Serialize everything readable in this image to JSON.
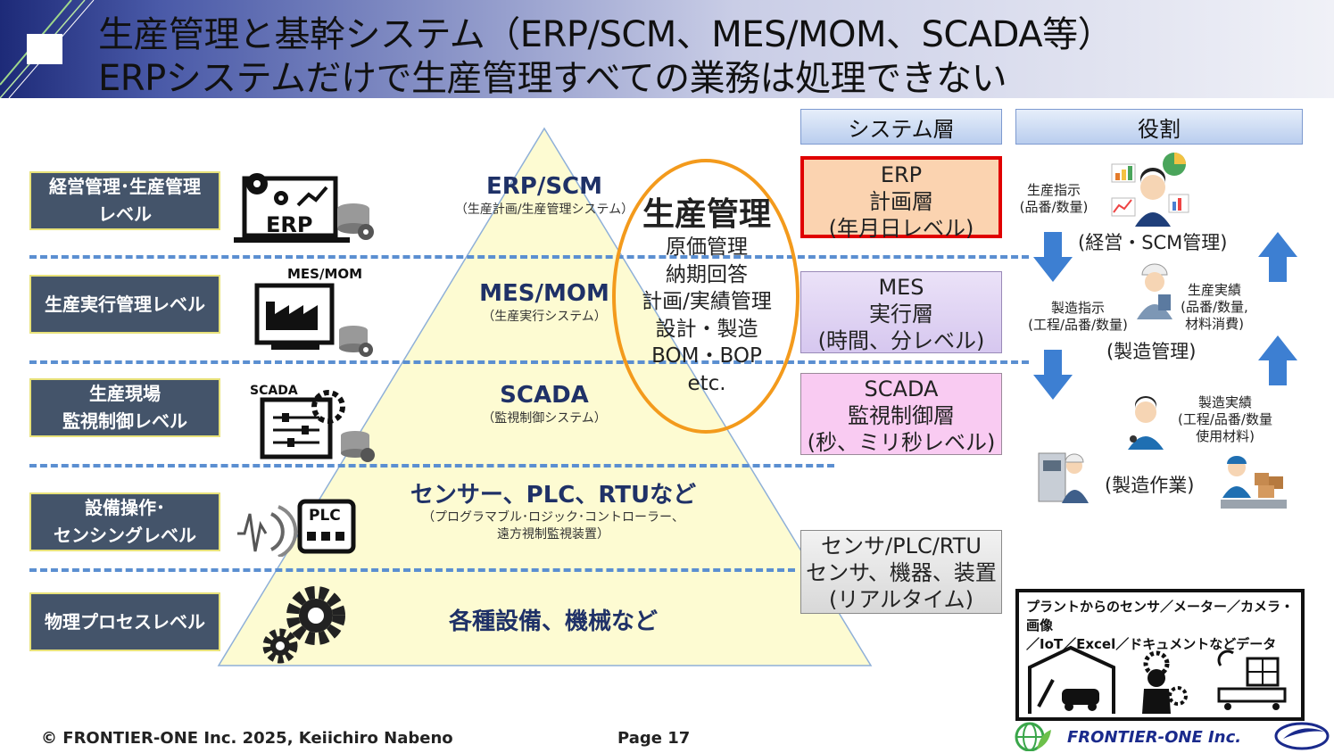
{
  "header": {
    "title_line1": "生産管理と基幹システム（ERP/SCM、MES/MOM、SCADA等）",
    "title_line2": "ERPシステムだけで生産管理すべての業務は処理できない"
  },
  "levels": [
    {
      "label": "経営管理･生産管理\nレベル"
    },
    {
      "label": "生産実行管理レベル"
    },
    {
      "label": "生産現場\n監視制御レベル"
    },
    {
      "label": "設備操作･\nセンシングレベル"
    },
    {
      "label": "物理プロセスレベル"
    }
  ],
  "icons": {
    "erp_label": "ERP",
    "mes_label": "MES/MOM",
    "scada_label": "SCADA",
    "plc_label": "PLC"
  },
  "pyramid": {
    "layers": [
      {
        "title": "ERP/SCM",
        "sub": "（生産計画/生産管理システム）"
      },
      {
        "title": "MES/MOM",
        "sub": "（生産実行システム）"
      },
      {
        "title": "SCADA",
        "sub": "（監視制御システム）"
      },
      {
        "title": "センサー、PLC、RTUなど",
        "sub": "（プログラマブル･ロジック･コントローラー、\n遠方視制監視装置）"
      },
      {
        "title": "各種設備、機械など",
        "sub": ""
      }
    ]
  },
  "ellipse": {
    "title": "生産管理",
    "items": [
      "原価管理",
      "納期回答",
      "計画/実績管理",
      "設計・製造",
      "BOM・BOP",
      "etc."
    ]
  },
  "columns": {
    "system_layer": "システム層",
    "role": "役割"
  },
  "system_boxes": [
    {
      "text": "ERP\n計画層\n(年月日レベル)",
      "bg": "#fbd3b0",
      "border": "#e00000"
    },
    {
      "text": "MES\n実行層\n(時間、分レベル)",
      "bg": "#ddd0f2",
      "border": "#9a8ab8"
    },
    {
      "text": "SCADA\n監視制御層\n(秒、ミリ秒レベル)",
      "bg": "#f9cbf2",
      "border": "#9b8a9a"
    },
    {
      "text": "センサ/PLC/RTU\nセンサ、機器、装置\n(リアルタイム)",
      "bg": "#e4e4e4",
      "border": "#8a8a8a"
    }
  ],
  "roles": {
    "instr1": "生産指示\n(品番/数量)",
    "mgmt": "(経営・SCM管理)",
    "instr2": "製造指示\n(工程/品番/数量)",
    "result1": "生産実績\n(品番/数量,\n材料消費)",
    "manufacturing_mgmt": "(製造管理)",
    "result2": "製造実績\n(工程/品番/数量\n使用材料)",
    "work": "(製造作業)"
  },
  "data_box": {
    "text": "プラントからのセンサ／メーター／カメラ・画像\n／IoT／Excel／ドキュメントなどデータ"
  },
  "footer": {
    "copyright": "© FRONTIER-ONE Inc. 2025,  Keiichiro  Nabeno",
    "page": "Page 17",
    "company": "FRONTIER-ONE Inc."
  },
  "colors": {
    "level_box": "#44546a",
    "dash": "#5b8fd1",
    "pyramid_fill": "#fdfbd2",
    "ellipse_border": "#f39a1c",
    "arrow": "#3d7fd2",
    "pyramid_text": "#1f3167"
  }
}
